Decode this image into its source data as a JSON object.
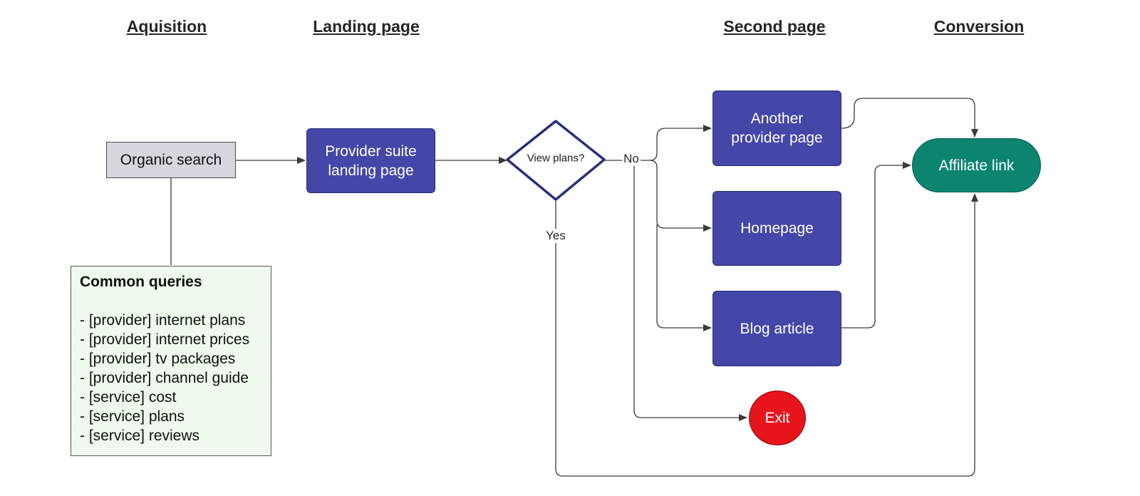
{
  "headers": {
    "acquisition": "Aquisition",
    "landing": "Landing page",
    "second": "Second page",
    "conversion": "Conversion"
  },
  "nodes": {
    "organic_search": "Organic search",
    "provider_suite": "Provider suite\nlanding page",
    "view_plans": "View plans?",
    "another_provider": "Another\nprovider page",
    "homepage": "Homepage",
    "blog_article": "Blog article",
    "affiliate_link": "Affiliate link",
    "exit": "Exit"
  },
  "edge_labels": {
    "no": "No",
    "yes": "Yes"
  },
  "queries": {
    "title": "Common queries",
    "items": [
      "- [provider] internet plans",
      "- [provider] internet prices",
      "- [provider] tv packages",
      "- [provider] channel guide",
      "- [service] cost",
      "- [service] plans",
      "- [service] reviews"
    ]
  },
  "colors": {
    "gray_node": "#d4d7de",
    "blue_node": "#4447a8",
    "green_node": "#0b8570",
    "red_node": "#e8141b",
    "queries_bg": "#eefaec",
    "decision_border": "#27307a",
    "connector": "#3a3a3a"
  }
}
